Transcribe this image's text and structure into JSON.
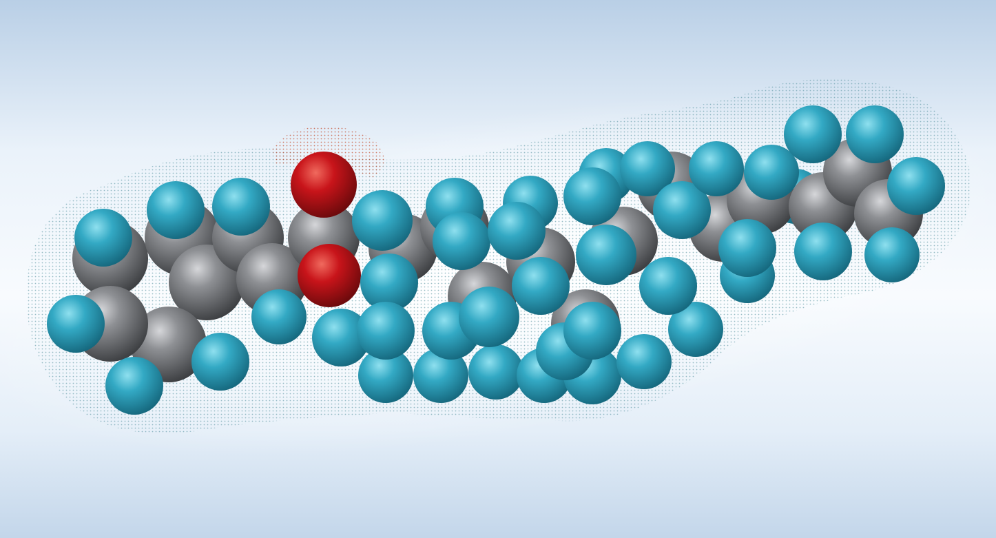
{
  "image": {
    "subject": "space-filling-molecular-model",
    "colors": {
      "frame_top": "#8b1f2a",
      "carbon": "#7a7c80",
      "hydrogen": "#33a9c4",
      "oxygen": "#c8141a",
      "surface_dots_main": "#4a8a98",
      "surface_dots_oxygen": "#c24a2a",
      "background_light": "#f7fbfe",
      "background_blue": "#b9cfe6"
    },
    "atom_types": [
      "carbon",
      "hydrogen",
      "oxygen"
    ]
  }
}
